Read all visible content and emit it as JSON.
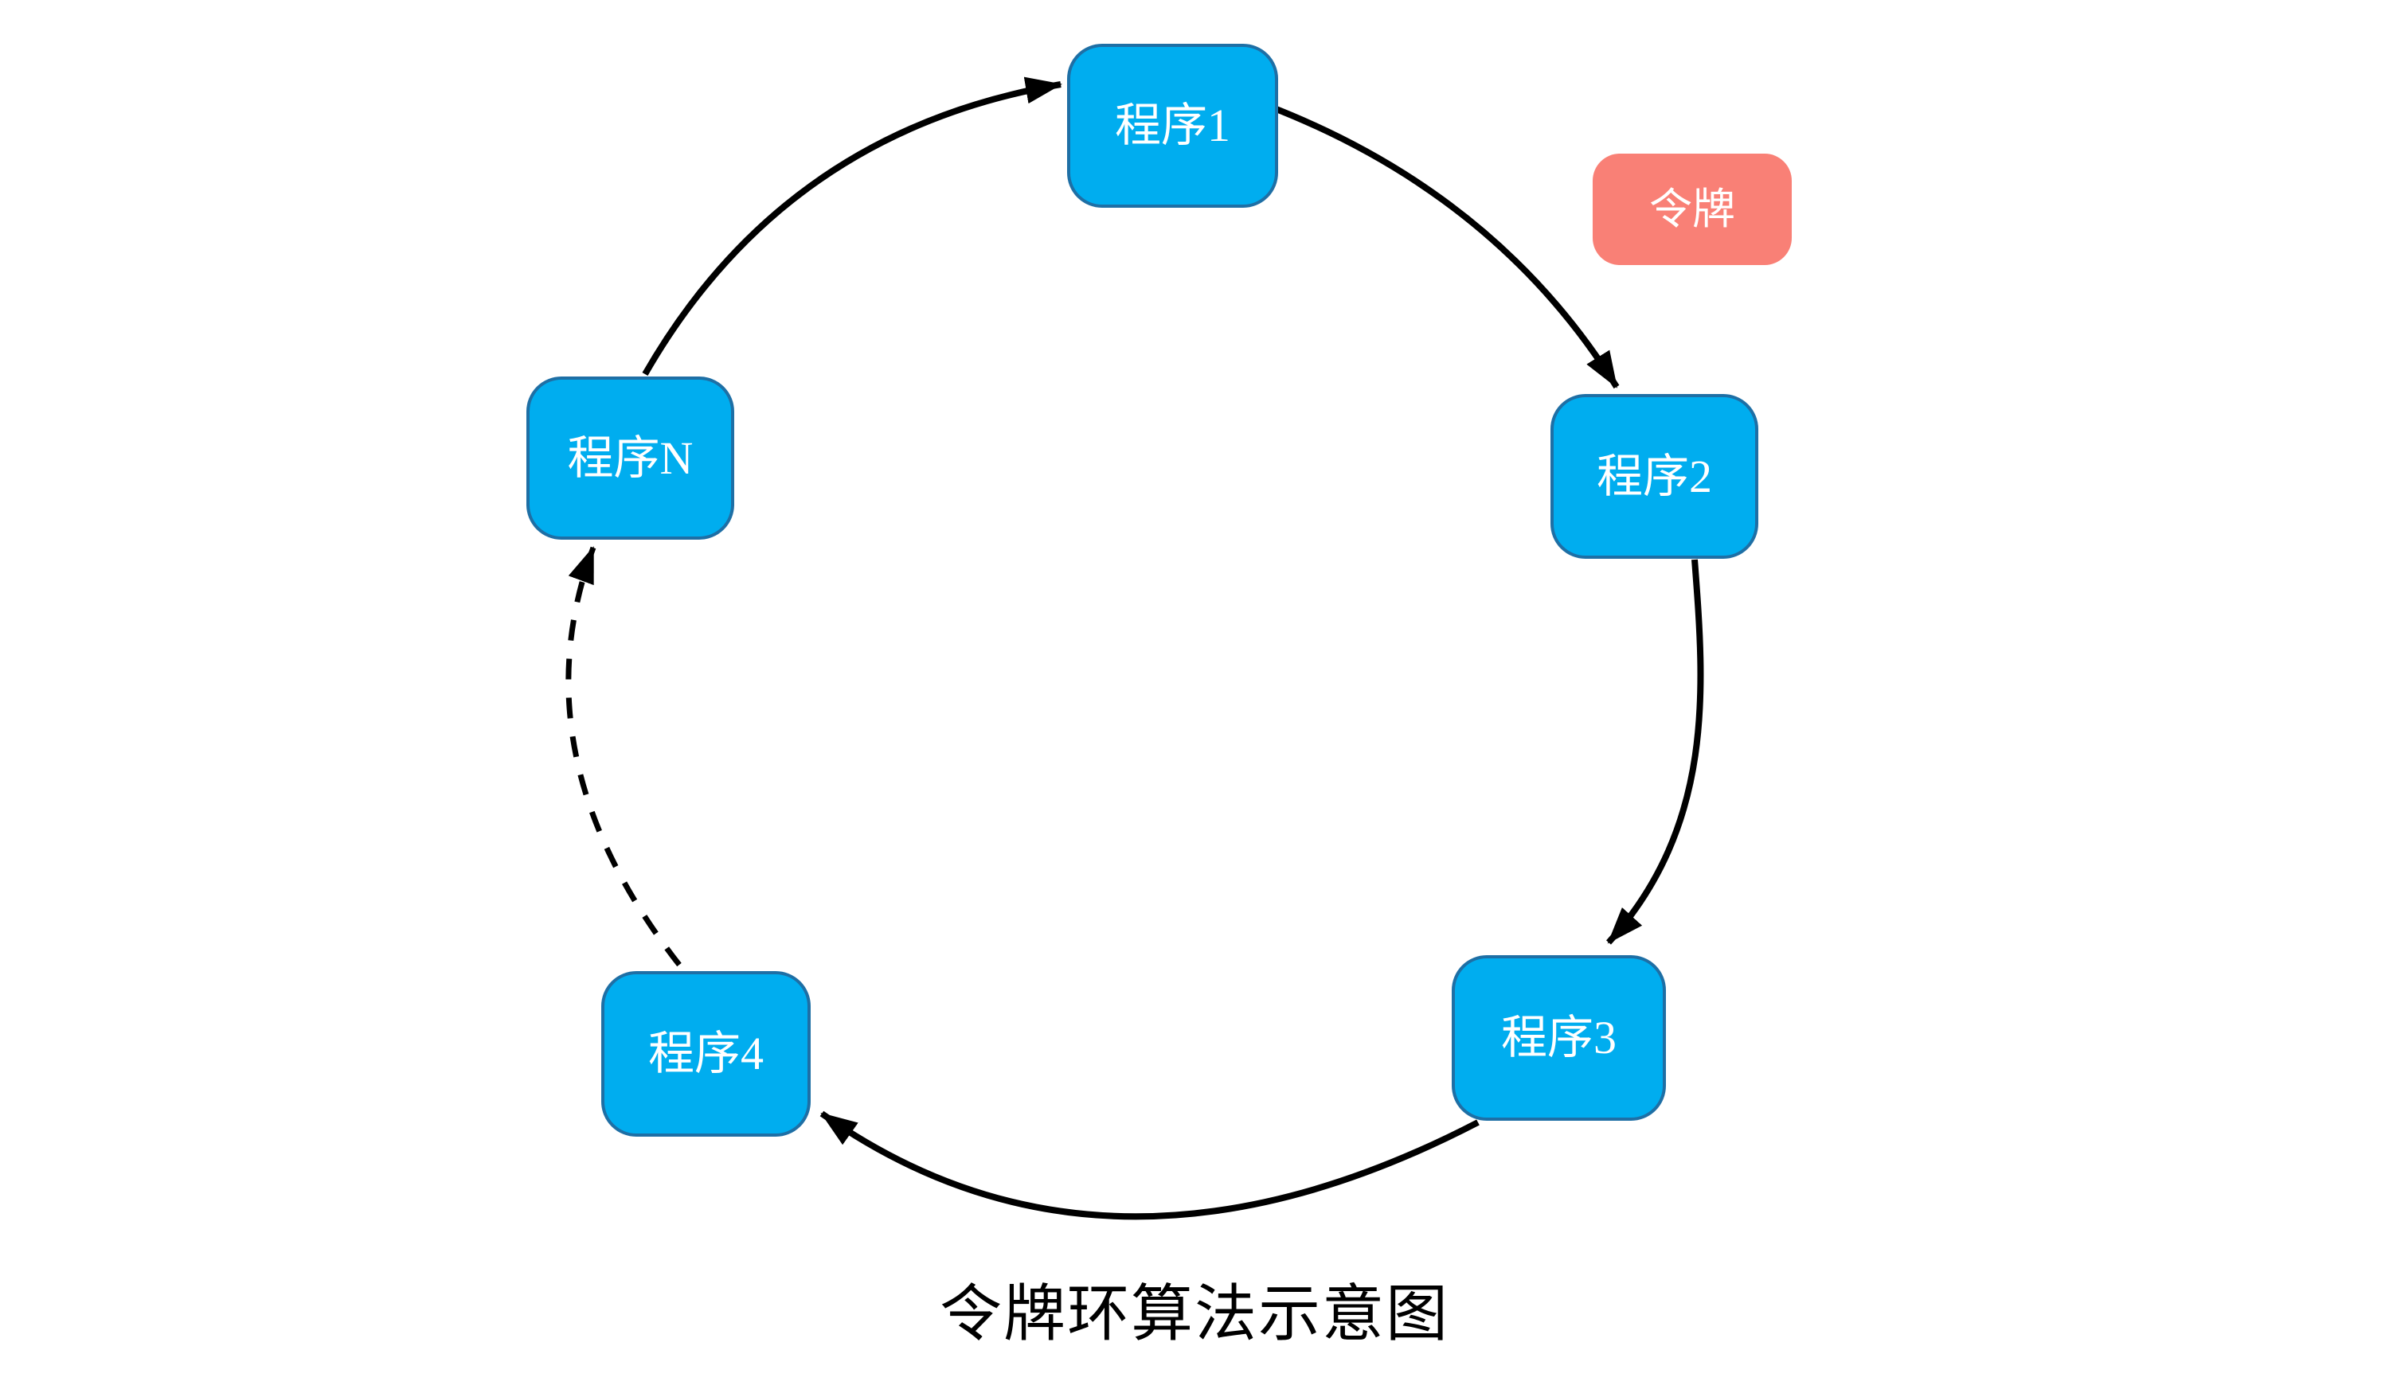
{
  "diagram": {
    "title": "令牌环算法示意图",
    "token": {
      "label": "令牌"
    },
    "nodes": [
      {
        "id": "program-1",
        "label": "程序1"
      },
      {
        "id": "program-2",
        "label": "程序2"
      },
      {
        "id": "program-3",
        "label": "程序3"
      },
      {
        "id": "program-4",
        "label": "程序4"
      },
      {
        "id": "program-n",
        "label": "程序N"
      }
    ],
    "edges": [
      {
        "from": "程序N",
        "to": "程序1",
        "style": "solid",
        "arrow": true
      },
      {
        "from": "程序1",
        "to": "程序2",
        "style": "solid",
        "arrow": true
      },
      {
        "from": "程序2",
        "to": "程序3",
        "style": "solid",
        "arrow": true
      },
      {
        "from": "程序3",
        "to": "程序4",
        "style": "solid",
        "arrow": true
      },
      {
        "from": "程序4",
        "to": "程序N",
        "style": "dashed",
        "arrow": true
      }
    ],
    "colors": {
      "node_fill": "#00ADEF",
      "node_border": "#1E6FA5",
      "node_text": "#FFFFFF",
      "token_fill": "#F98076",
      "token_text": "#FFFFFF",
      "arrow": "#000000",
      "title_text": "#000000",
      "background": "#FFFFFF"
    }
  }
}
